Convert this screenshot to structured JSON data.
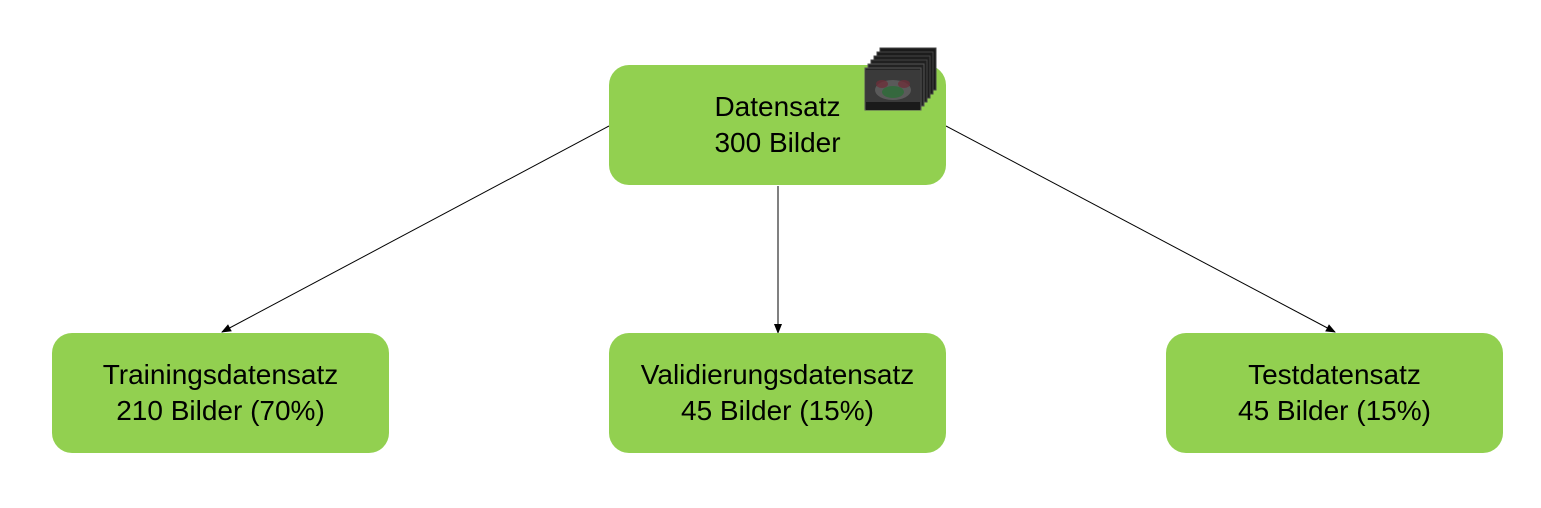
{
  "nodes": {
    "root": {
      "line1": "Datensatz",
      "line2": "300 Bilder"
    },
    "train": {
      "line1": "Trainingsdatensatz",
      "line2": "210 Bilder (70%)"
    },
    "val": {
      "line1": "Validierungsdatensatz",
      "line2": "45 Bilder (15%)"
    },
    "test": {
      "line1": "Testdatensatz",
      "line2": "45 Bilder (15%)"
    }
  },
  "colors": {
    "node_fill": "#92d050",
    "edge": "#000000",
    "text": "#000000"
  },
  "icons": {
    "dataset_thumbnail": "image-stack-icon"
  }
}
